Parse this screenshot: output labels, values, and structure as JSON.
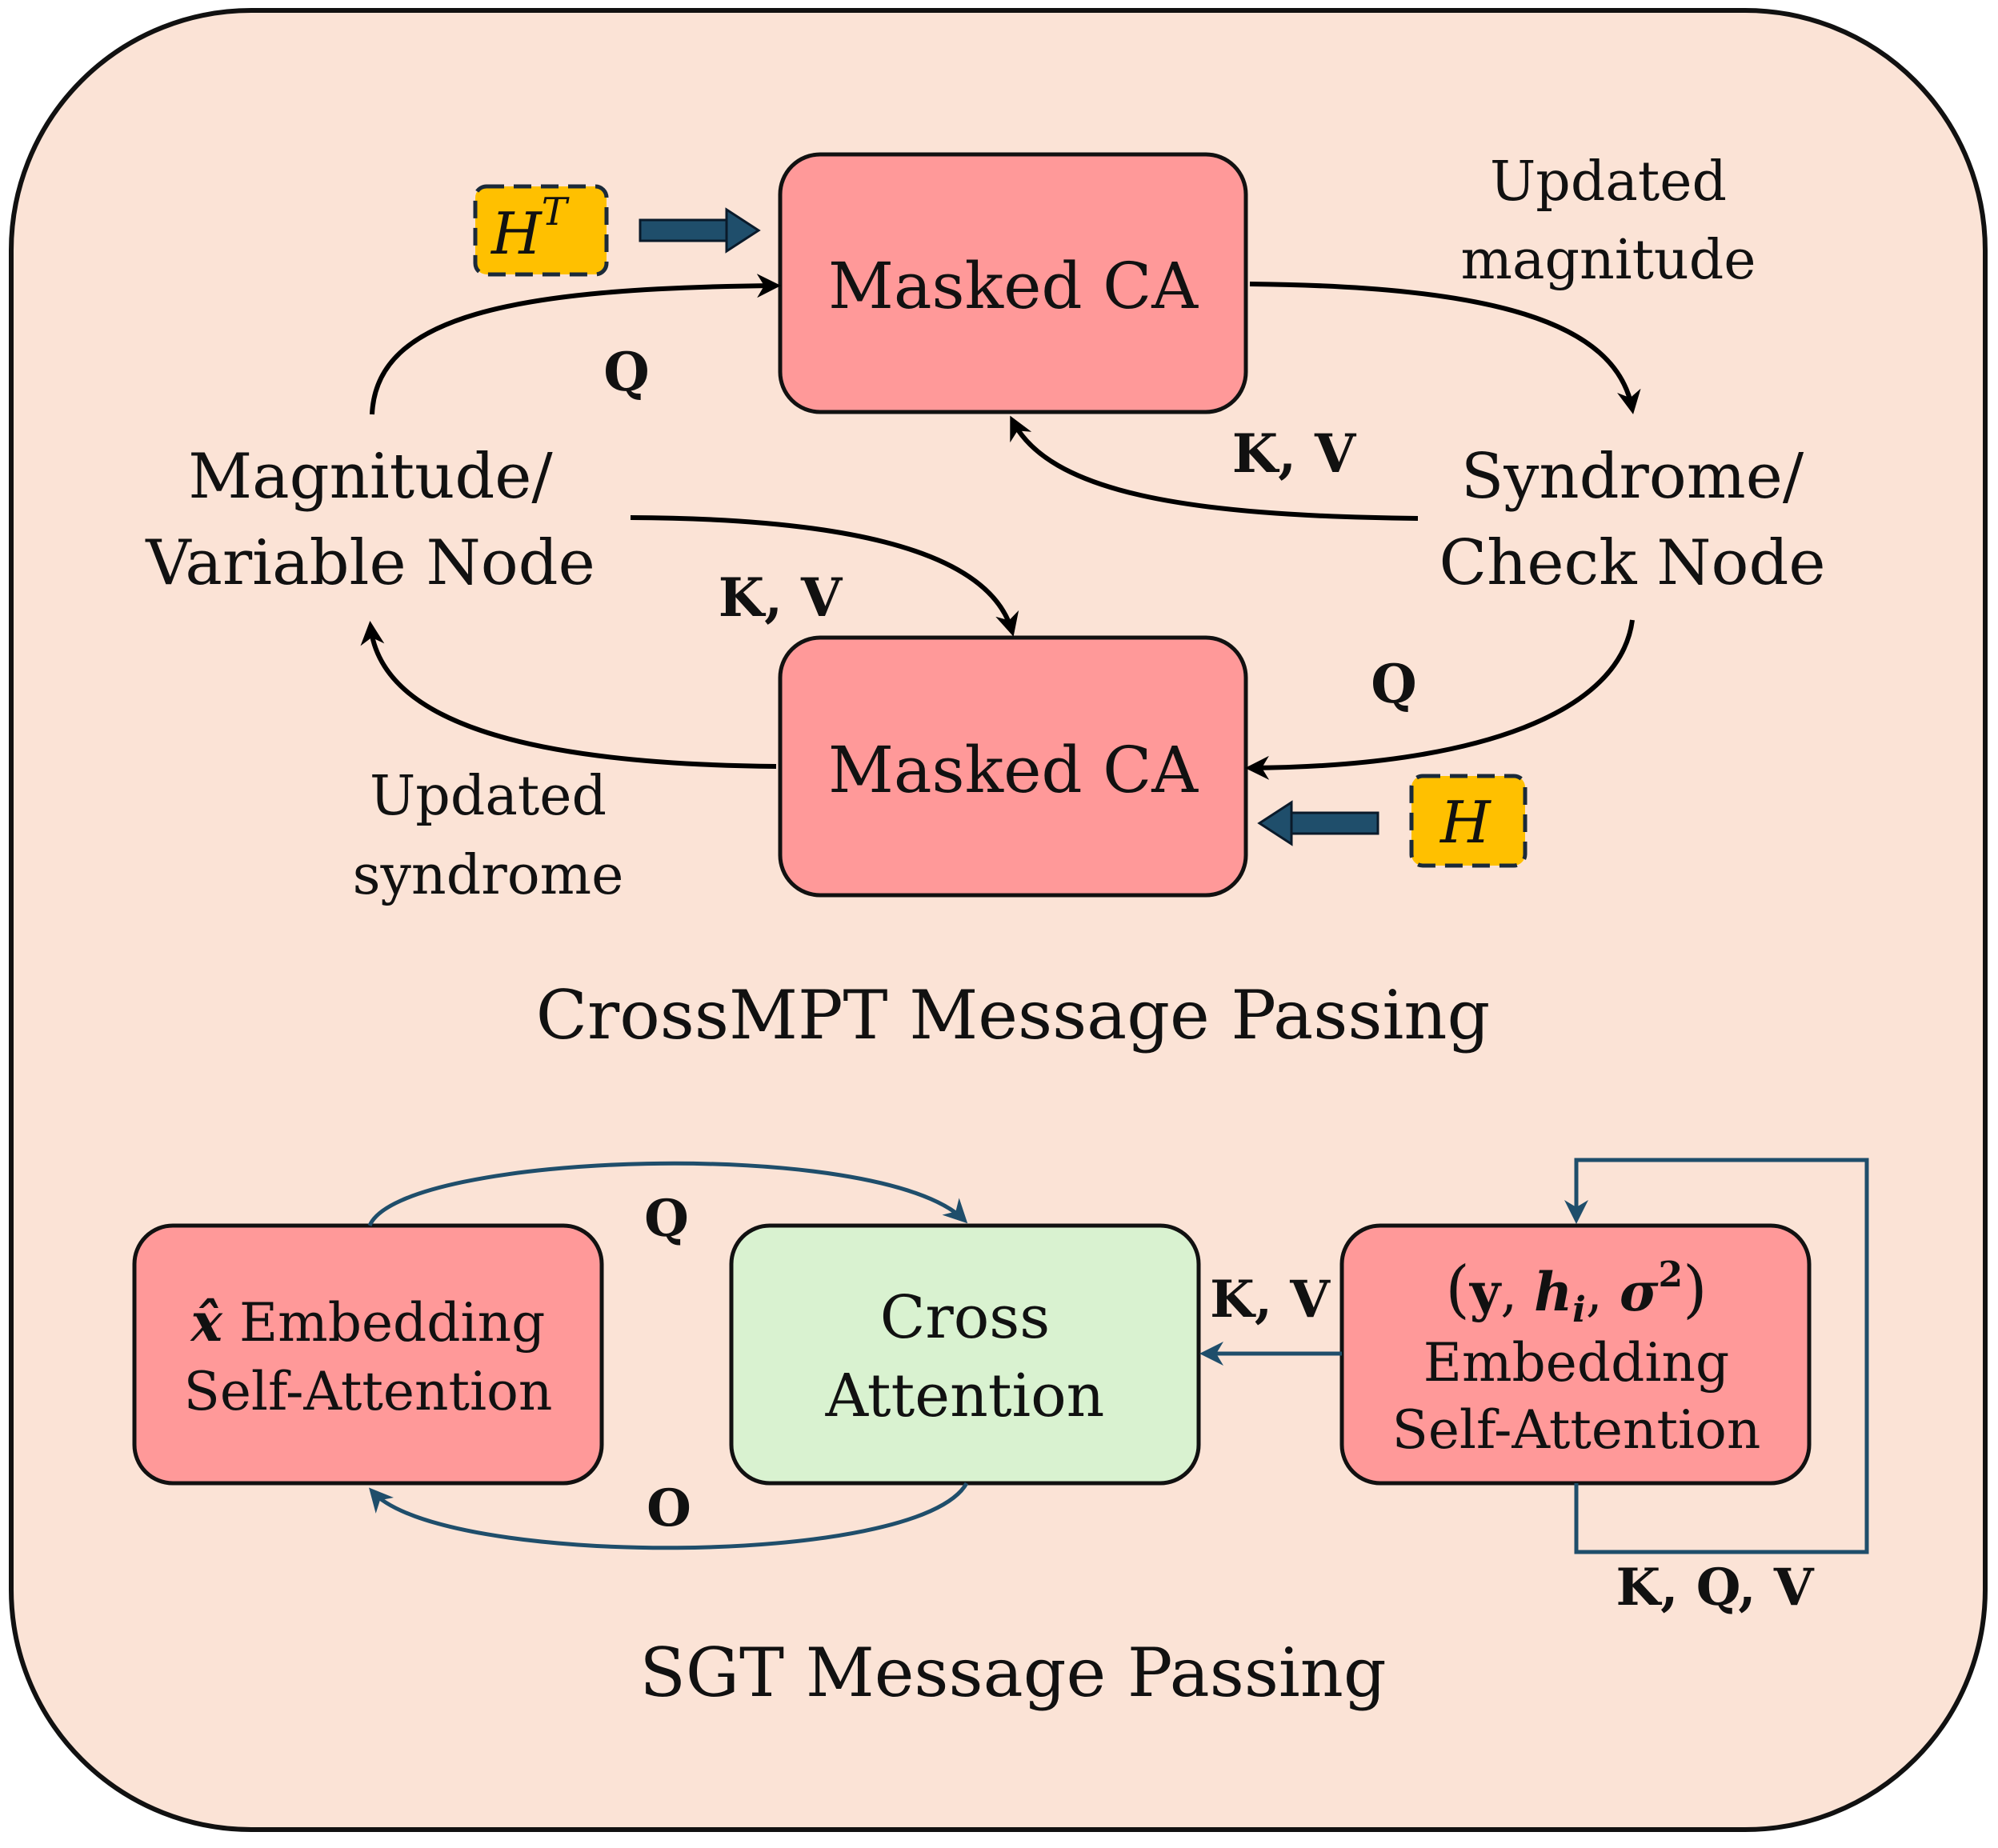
{
  "colors": {
    "panel_fill": "#fbe3d6",
    "box_red": "#ff9999",
    "box_green": "#d9f2d0",
    "matrix_yellow": "#ffc000",
    "arrow_navy": "#1f4e6b",
    "arrow_black": "#000000"
  },
  "crossmpt": {
    "title": "CrossMPT Message Passing",
    "top_box": "Masked CA",
    "bottom_box": "Masked CA",
    "ht_base": "H",
    "ht_sup": "T",
    "h_matrix": "H",
    "magnitude_node": [
      "Magnitude/",
      "Variable Node"
    ],
    "syndrome_node": [
      "Syndrome/",
      "Check Node"
    ],
    "updated_magnitude": [
      "Updated",
      "magnitude"
    ],
    "updated_syndrome": [
      "Updated",
      "syndrome"
    ],
    "q_top": "Q",
    "kv_top": "K, V",
    "kv_bottom": "K, V",
    "q_bottom": "Q"
  },
  "sgt": {
    "title": "SGT Message Passing",
    "x_embed_symbol": "x̂",
    "x_embed_line1": " Embedding",
    "x_embed_line2": "Self-Attention",
    "cross_line1": "Cross",
    "cross_line2": "Attention",
    "yh_open": "(",
    "yh_y": "y",
    "yh_comma1": ", ",
    "yh_h": "h",
    "yh_i": "i",
    "yh_comma2": ", ",
    "yh_sigma": "σ",
    "yh_sup": "2",
    "yh_close": ")",
    "yh_line2": "Embedding",
    "yh_line3": "Self-Attention",
    "q_label": "Q",
    "o_label": "O",
    "kv_label": "K, V",
    "kqv_label": "K, Q, V"
  }
}
